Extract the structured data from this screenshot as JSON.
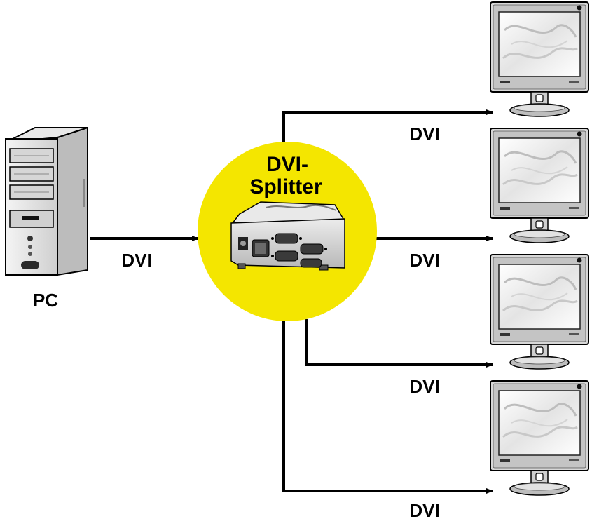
{
  "colors": {
    "splitter_circle": "#f4e600",
    "connector": "#000000",
    "text": "#000000",
    "background": "#ffffff"
  },
  "source": {
    "label": "PC",
    "icon": "pc-tower-icon"
  },
  "splitter": {
    "title_line1": "DVI-",
    "title_line2": "Splitter",
    "icon": "dvi-splitter-box-icon"
  },
  "input_link": {
    "label": "DVI"
  },
  "outputs": [
    {
      "label": "DVI",
      "icon": "monitor-icon"
    },
    {
      "label": "DVI",
      "icon": "monitor-icon"
    },
    {
      "label": "DVI",
      "icon": "monitor-icon"
    },
    {
      "label": "DVI",
      "icon": "monitor-icon"
    }
  ]
}
